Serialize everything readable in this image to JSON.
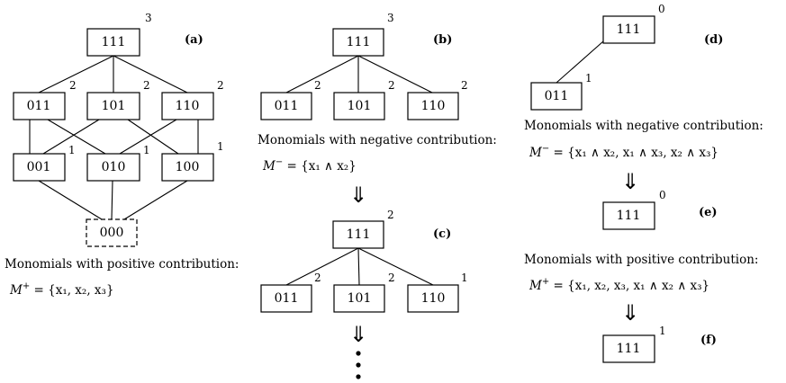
{
  "panels": {
    "a": {
      "label": "(a)",
      "nodes": {
        "n111": {
          "text": "111",
          "weight": "3"
        },
        "n011": {
          "text": "011",
          "weight": "2"
        },
        "n101": {
          "text": "101",
          "weight": "2"
        },
        "n110": {
          "text": "110",
          "weight": "2"
        },
        "n001": {
          "text": "001",
          "weight": "1"
        },
        "n010": {
          "text": "010",
          "weight": "1"
        },
        "n100": {
          "text": "100",
          "weight": "1"
        },
        "n000": {
          "text": "000"
        }
      },
      "caption": "Monomials with positive contribution:",
      "formula_lhs": "M",
      "formula_sup": "+",
      "formula_rhs": " = {x₁, x₂, x₃}"
    },
    "b": {
      "label": "(b)",
      "nodes": {
        "n111": {
          "text": "111",
          "weight": "3"
        },
        "n011": {
          "text": "011",
          "weight": "2"
        },
        "n101": {
          "text": "101",
          "weight": "2"
        },
        "n110": {
          "text": "110",
          "weight": "2"
        }
      },
      "caption": "Monomials with negative contribution:",
      "formula_lhs": "M",
      "formula_sup": "−",
      "formula_rhs": " = {x₁ ∧ x₂}"
    },
    "c": {
      "label": "(c)",
      "nodes": {
        "n111": {
          "text": "111",
          "weight": "2"
        },
        "n011": {
          "text": "011",
          "weight": "2"
        },
        "n101": {
          "text": "101",
          "weight": "2"
        },
        "n110": {
          "text": "110",
          "weight": "1"
        }
      }
    },
    "d": {
      "label": "(d)",
      "nodes": {
        "n111": {
          "text": "111",
          "weight": "0"
        },
        "n011": {
          "text": "011",
          "weight": "1"
        }
      },
      "caption": "Monomials with negative contribution:",
      "formula_lhs": "M",
      "formula_sup": "−",
      "formula_rhs": " = {x₁ ∧ x₂, x₁ ∧ x₃, x₂ ∧ x₃}"
    },
    "e": {
      "label": "(e)",
      "nodes": {
        "n111": {
          "text": "111",
          "weight": "0"
        }
      },
      "caption": "Monomials with positive contribution:",
      "formula_lhs": "M",
      "formula_sup": "+",
      "formula_rhs": " = {x₁, x₂, x₃, x₁ ∧ x₂ ∧ x₃}"
    },
    "f": {
      "label": "(f)",
      "nodes": {
        "n111": {
          "text": "111",
          "weight": "1"
        }
      }
    }
  },
  "arrow_symbol": "⇓"
}
